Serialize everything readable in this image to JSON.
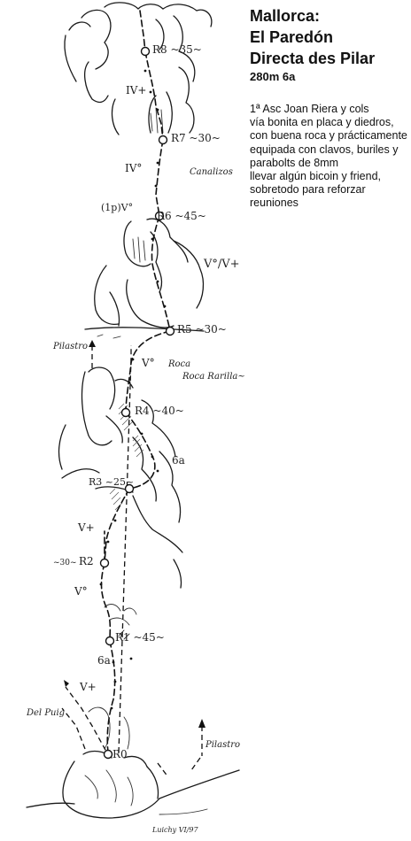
{
  "info": {
    "title_lines": [
      "Mallorca:",
      "El Paredón",
      "Directa des Pilar"
    ],
    "grade_line": "280m 6a",
    "description_lines": [
      "1ª Asc Joan Riera y cols",
      "vía bonita en placa y diedros,",
      "con buena roca y prácticamente",
      "equipada con clavos, buriles y",
      "parabolts de 8mm",
      "llevar algún bicoin y friend,",
      "sobretodo para reforzar",
      "reuniones"
    ]
  },
  "topo": {
    "belays": [
      "R8 ~35~",
      "R7 ~30~",
      "R6 ~45~",
      "R5 ~30~",
      "R4 ~40~",
      "R3 ~25~",
      "R2",
      "R1 ~45~",
      "R0"
    ],
    "r2_length": "~30~",
    "grades": [
      "IV+",
      "IV°",
      "(1p)V°",
      "V°/V+",
      "V°",
      "6a",
      "V+",
      "V°",
      "6a",
      "V+"
    ],
    "notes": [
      "Canalizos",
      "Roca Rarilla~",
      "Pilastro",
      "Pilastro",
      "Del Puig"
    ],
    "signature": "Luichy VI/97"
  }
}
